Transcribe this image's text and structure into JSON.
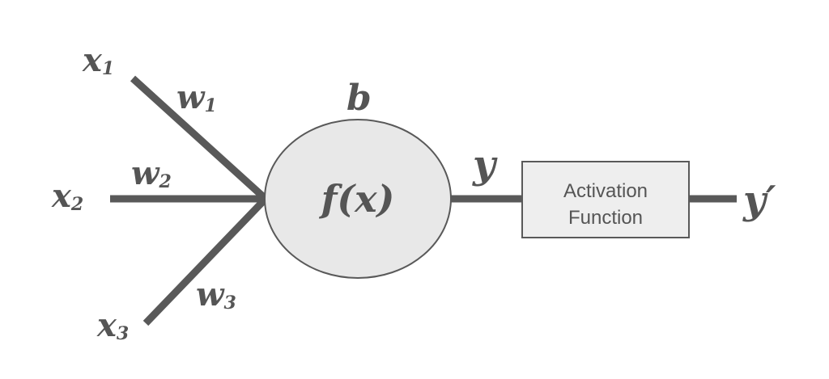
{
  "inputs": [
    {
      "var": "x",
      "sub": "1"
    },
    {
      "var": "x",
      "sub": "2"
    },
    {
      "var": "x",
      "sub": "3"
    }
  ],
  "weights": [
    {
      "var": "w",
      "sub": "1"
    },
    {
      "var": "w",
      "sub": "2"
    },
    {
      "var": "w",
      "sub": "3"
    }
  ],
  "bias": "b",
  "neuron_function": "f(x)",
  "pre_activation_output": "y",
  "activation_box": {
    "line1": "Activation",
    "line2": "Function"
  },
  "final_output": "y′",
  "colors": {
    "stroke": "#595959",
    "neuron_fill": "#e8e8e8",
    "box_fill": "#eeeeee",
    "text": "#555555"
  }
}
